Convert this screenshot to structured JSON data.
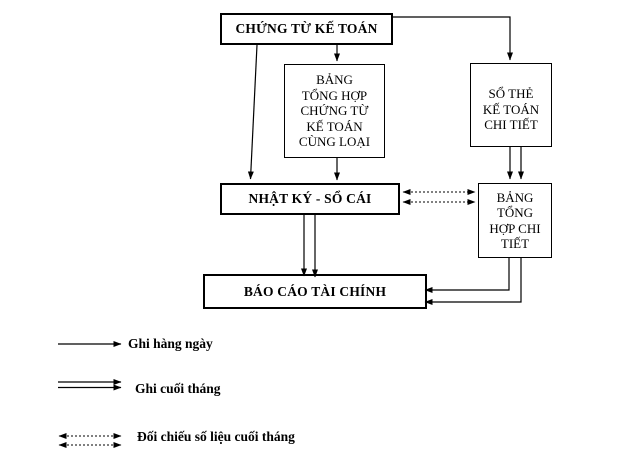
{
  "diagram": {
    "title": "Accounting book-keeping flow (Nhat ky - So cai form)",
    "colors": {
      "line": "#000000",
      "background": "#ffffff",
      "text": "#000000"
    },
    "nodes": {
      "chung_tu": {
        "label": "CHỨNG TỪ KẾ TOÁN"
      },
      "bang_tong_hop_chung_tu": {
        "label": "BẢNG\nTỔNG HỢP\nCHỨNG TỪ\nKẾ TOÁN\nCÙNG LOẠI"
      },
      "so_the": {
        "label": "SỔ THẺ\nKẾ TOÁN\nCHI TIẾT"
      },
      "nhat_ky": {
        "label": "NHẬT KÝ - SỔ CÁI"
      },
      "bang_tong_hop_chi_tiet": {
        "label": "BẢNG\nTỔNG\nHỢP CHI\nTIẾT"
      },
      "bao_cao": {
        "label": "BÁO CÁO TÀI CHÍNH"
      }
    },
    "legend": [
      {
        "style": "solid-single-arrow",
        "label": "Ghi hàng ngày"
      },
      {
        "style": "solid-double-arrow",
        "label": "Ghi cuối tháng"
      },
      {
        "style": "dotted-double-headed-arrow",
        "label": "Đối chiếu số liệu cuối tháng"
      }
    ]
  }
}
